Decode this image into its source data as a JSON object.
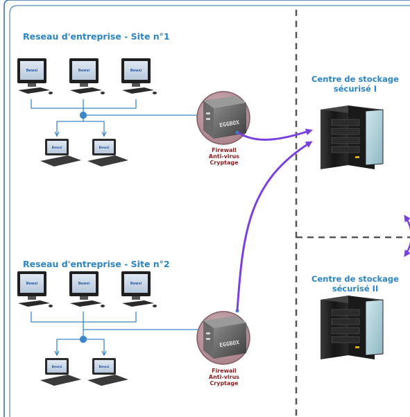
{
  "sites": [
    {
      "title": "Reseau d'entreprise - Site n°1",
      "screen_brand": "Bewsi"
    },
    {
      "title": "Reseau d'entreprise - Site n°2",
      "screen_brand": "Bewsi"
    }
  ],
  "firewall": {
    "box_label": "EGGBOX",
    "labels": [
      "Firewall",
      "Anti-virus",
      "Cryptage"
    ]
  },
  "storage_centers": [
    {
      "line1": "Centre de stockage",
      "line2": "sécurisé I"
    },
    {
      "line1": "Centre de stockage",
      "line2": "sécurisé II"
    }
  ],
  "colors": {
    "border": "#2b6ea8",
    "network_line": "#3b86c8",
    "arrow": "#7b3fe0",
    "title_blue": "#2b84c4",
    "firewall_text": "#8a1c1c",
    "dashed": "#555555",
    "firewall_circle": "#b9939a"
  }
}
